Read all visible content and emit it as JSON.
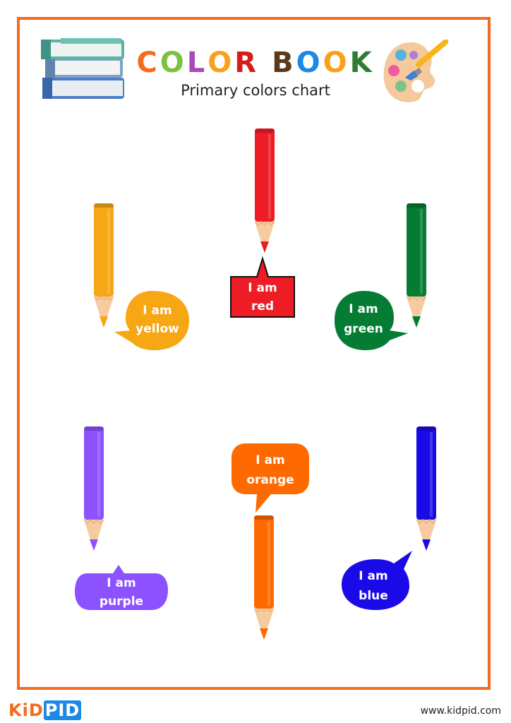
{
  "header": {
    "title_word1": [
      "C",
      "O",
      "L",
      "O",
      "R"
    ],
    "title_word2": [
      "B",
      "O",
      "O",
      "K"
    ],
    "title_colors_word1": [
      "#f46a1f",
      "#7cc242",
      "#ab47bc",
      "#f9a11b",
      "#d81b1b"
    ],
    "title_colors_word2": [
      "#5a3a1a",
      "#1e88e5",
      "#f9a11b",
      "#2e7d32"
    ],
    "subtitle": "Primary colors chart",
    "left_icon": "stack-of-books-icon",
    "right_icon": "paint-palette-icon"
  },
  "pencils": [
    {
      "id": "red",
      "color": "#ee1c24",
      "icon": "pencil-icon"
    },
    {
      "id": "yellow",
      "color": "#f6a713",
      "icon": "pencil-icon"
    },
    {
      "id": "green",
      "color": "#057c33",
      "icon": "pencil-icon"
    },
    {
      "id": "purple",
      "color": "#8c52ff",
      "icon": "pencil-icon"
    },
    {
      "id": "orange",
      "color": "#ff6a00",
      "icon": "pencil-icon"
    },
    {
      "id": "blue",
      "color": "#1a0ae8",
      "icon": "pencil-icon"
    }
  ],
  "bubbles": {
    "red": {
      "line1": "I am",
      "line2": "red",
      "color": "#ee1c24"
    },
    "yellow": {
      "line1": "I am",
      "line2": "yellow",
      "color": "#f6a713"
    },
    "green": {
      "line1": "I am",
      "line2": "green",
      "color": "#057c33"
    },
    "purple": {
      "line1": "I am",
      "line2": "purple",
      "color": "#8c52ff"
    },
    "orange": {
      "line1": "I am",
      "line2": "orange",
      "color": "#ff6a00"
    },
    "blue": {
      "line1": "I am",
      "line2": "blue",
      "color": "#1a0ae8"
    }
  },
  "footer": {
    "logo_part1": "KiD",
    "logo_part2": "PID",
    "logo_colors": [
      "#f46a1f",
      "#1e88e5"
    ],
    "url": "www.kidpid.com"
  },
  "frame_color": "#f46a1f"
}
